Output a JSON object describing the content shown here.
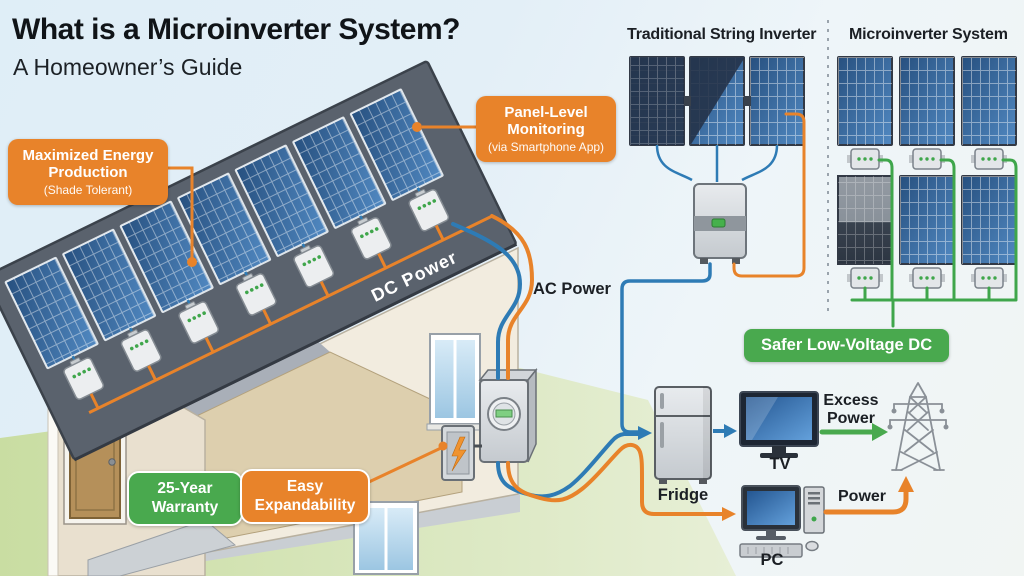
{
  "header": {
    "title": "What is a Microinverter System?",
    "subtitle": "A Homeowner’s Guide"
  },
  "callouts": {
    "maximized_energy": {
      "title": "Maximized Energy Production",
      "subtitle": "(Shade Tolerant)"
    },
    "panel_monitoring": {
      "title": "Panel-Level Monitoring",
      "subtitle": "(via Smartphone App)"
    },
    "warranty": "25-Year Warranty",
    "expandability": "Easy Expandability",
    "safer_dc": "Safer Low-Voltage DC"
  },
  "house": {
    "dc_power_label": "DC Power",
    "ac_power_label": "AC Power"
  },
  "comparison": {
    "traditional": {
      "title": "Traditional String Inverter",
      "panels": [
        "shaded",
        "partially-shaded",
        "unshaded"
      ]
    },
    "micro": {
      "title": "Microinverter System",
      "panels": [
        "unshaded",
        "unshaded",
        "unshaded",
        "shaded",
        "unshaded",
        "unshaded"
      ]
    }
  },
  "flow": {
    "fridge": "Fridge",
    "tv": "TV",
    "pc": "PC",
    "excess_power": "Excess Power",
    "power": "Power"
  },
  "colors": {
    "orange": "#E8832A",
    "green": "#49A94E",
    "wire_blue": "#2E7BB5",
    "wire_green": "#3FA64B",
    "panel_blue": "#3D6FA8",
    "roof_gray": "#5A626D"
  }
}
